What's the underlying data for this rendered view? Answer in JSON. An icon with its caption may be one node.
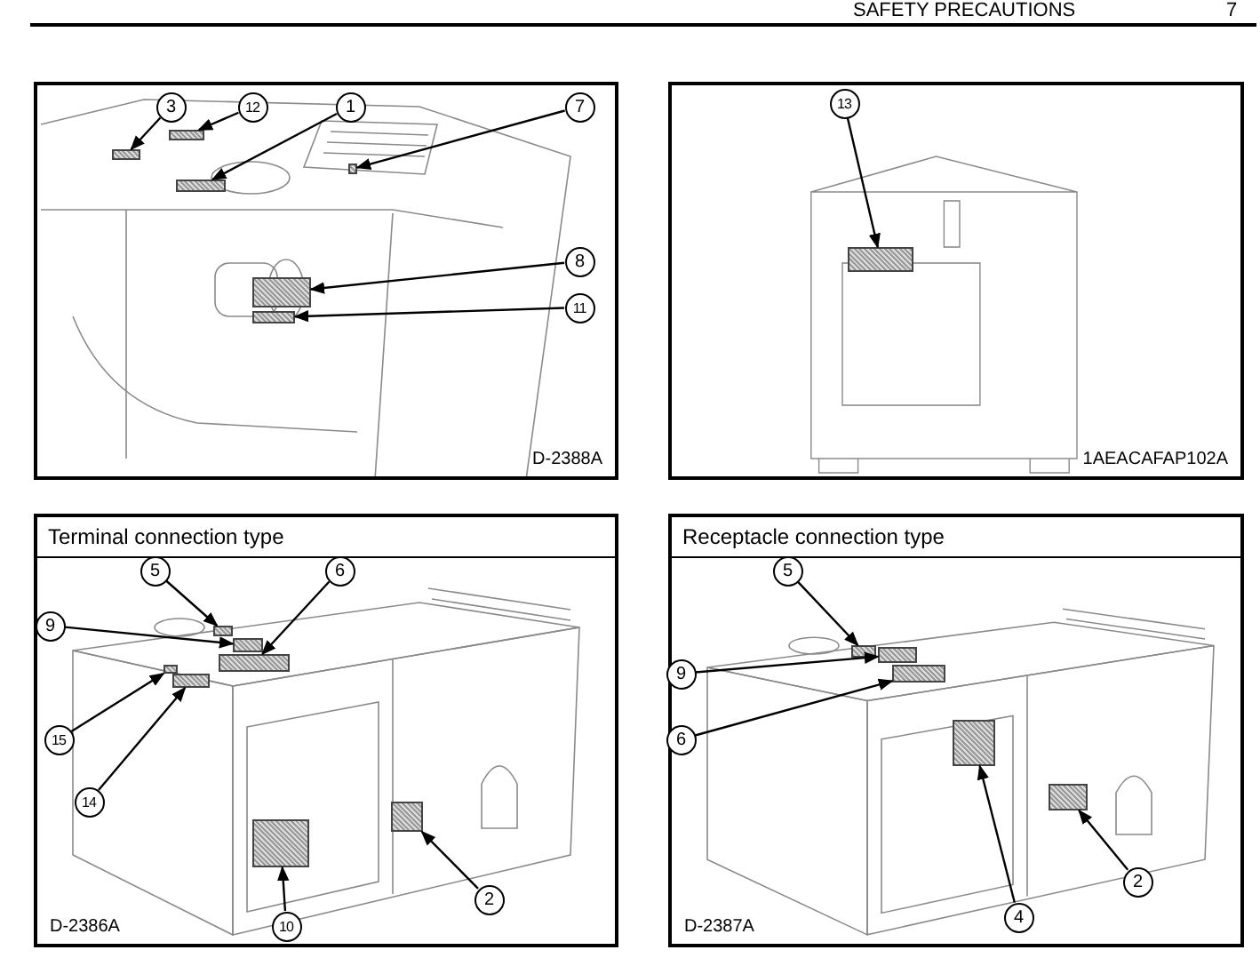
{
  "diagram": {
    "nodes": [
      {
        "text": [
          "D-2388A"
        ]
      },
      {
        "text": [
          "3"
        ],
        "in": 0
      },
      {
        "text": [],
        "shape": "box",
        "in": 0
      },
      {
        "text": [
          "12"
        ],
        "in": 0
      },
      {
        "text": [],
        "shape": "box",
        "in": 0
      },
      {
        "text": [
          "1"
        ],
        "in": 0
      },
      {
        "text": [],
        "shape": "box",
        "in": 0
      },
      {
        "text": [
          "7"
        ],
        "in": 0
      },
      {
        "text": [],
        "shape": "box",
        "in": 0
      },
      {
        "text": [
          "8"
        ],
        "in": 0
      },
      {
        "text": [],
        "shape": "box",
        "in": 0
      },
      {
        "text": [
          "11"
        ],
        "in": 0
      },
      {
        "text": [],
        "shape": "box",
        "in": 0
      },
      {
        "text": [
          "1AEACAFAP102A"
        ]
      },
      {
        "text": [
          "13"
        ],
        "in": 13
      },
      {
        "text": [],
        "shape": "box",
        "in": 13
      },
      {
        "text": [
          "Terminal connection type",
          "D-2386A"
        ]
      },
      {
        "text": [
          "5"
        ],
        "in": 16
      },
      {
        "text": [],
        "shape": "box",
        "in": 16
      },
      {
        "text": [
          "6"
        ],
        "in": 16
      },
      {
        "text": [],
        "shape": "box",
        "in": 16
      },
      {
        "text": [
          "9"
        ],
        "in": 16
      },
      {
        "text": [],
        "shape": "box",
        "in": 16
      },
      {
        "text": [
          "15"
        ],
        "in": 16
      },
      {
        "text": [],
        "shape": "box",
        "in": 16
      },
      {
        "text": [
          "14"
        ],
        "in": 16
      },
      {
        "text": [],
        "shape": "box",
        "in": 16
      },
      {
        "text": [
          "10"
        ],
        "in": 16
      },
      {
        "text": [],
        "shape": "box",
        "in": 16
      },
      {
        "text": [
          "2"
        ],
        "in": 16
      },
      {
        "text": [],
        "shape": "box",
        "in": 16
      },
      {
        "text": [
          "Receptacle connection type",
          "D-2387A"
        ]
      },
      {
        "text": [
          "5"
        ],
        "in": 31
      },
      {
        "text": [],
        "shape": "box",
        "in": 31
      },
      {
        "text": [
          "9"
        ],
        "in": 31
      },
      {
        "text": [],
        "shape": "box",
        "in": 31
      },
      {
        "text": [
          "6"
        ],
        "in": 31
      },
      {
        "text": [],
        "shape": "box",
        "in": 31
      },
      {
        "text": [
          "4"
        ],
        "in": 31
      },
      {
        "text": [],
        "shape": "box",
        "in": 31
      },
      {
        "text": [
          "2"
        ],
        "in": 31
      },
      {
        "text": [],
        "shape": "box",
        "in": 31
      }
    ],
    "edges": [
      {
        "from": 1,
        "to": 2,
        "arrow": "to"
      },
      {
        "from": 3,
        "to": 4,
        "arrow": "to"
      },
      {
        "from": 5,
        "to": 6,
        "arrow": "to"
      },
      {
        "from": 7,
        "to": 8,
        "arrow": "to"
      },
      {
        "from": 9,
        "to": 10,
        "arrow": "to"
      },
      {
        "from": 11,
        "to": 12,
        "arrow": "to"
      },
      {
        "from": 14,
        "to": 15,
        "arrow": "to"
      },
      {
        "from": 17,
        "to": 18,
        "arrow": "to"
      },
      {
        "from": 19,
        "to": 20,
        "arrow": "to"
      },
      {
        "from": 21,
        "to": 22,
        "arrow": "to"
      },
      {
        "from": 23,
        "to": 24,
        "arrow": "to"
      },
      {
        "from": 25,
        "to": 26,
        "arrow": "to"
      },
      {
        "from": 27,
        "to": 28,
        "arrow": "to"
      },
      {
        "from": 29,
        "to": 30,
        "arrow": "to"
      },
      {
        "from": 32,
        "to": 33,
        "arrow": "to"
      },
      {
        "from": 34,
        "to": 35,
        "arrow": "to"
      },
      {
        "from": 36,
        "to": 37,
        "arrow": "to"
      },
      {
        "from": 38,
        "to": 39,
        "arrow": "to"
      },
      {
        "from": 40,
        "to": 41,
        "arrow": "to"
      }
    ],
    "labels": [
      "SAFETY PRECAUTIONS",
      "7"
    ]
  }
}
